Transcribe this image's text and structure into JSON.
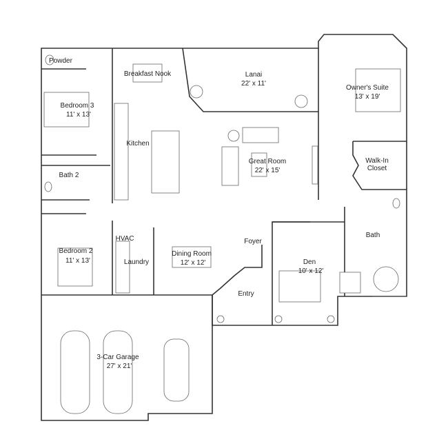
{
  "rooms": [
    {
      "id": "powder",
      "name": "Powder",
      "dims": ""
    },
    {
      "id": "breakfast-nook",
      "name": "Breakfast Nook",
      "dims": ""
    },
    {
      "id": "lanai",
      "name": "Lanai",
      "dims": "22' x 11'"
    },
    {
      "id": "owners-suite",
      "name": "Owner's Suite",
      "dims": "13' x 19'"
    },
    {
      "id": "bedroom-3",
      "name": "Bedroom 3",
      "dims": "11' x 13'"
    },
    {
      "id": "kitchen",
      "name": "Kitchen",
      "dims": ""
    },
    {
      "id": "great-room",
      "name": "Great Room",
      "dims": "22' x 15'"
    },
    {
      "id": "walk-in-closet",
      "name": "Walk-In",
      "name2": "Closet",
      "dims": ""
    },
    {
      "id": "bath-2",
      "name": "Bath 2",
      "dims": ""
    },
    {
      "id": "hvac",
      "name": "HVAC",
      "dims": ""
    },
    {
      "id": "foyer",
      "name": "Foyer",
      "dims": ""
    },
    {
      "id": "bath",
      "name": "Bath",
      "dims": ""
    },
    {
      "id": "bedroom-2",
      "name": "Bedroom 2",
      "dims": "11' x 13'"
    },
    {
      "id": "dining-room",
      "name": "Dining Room",
      "dims": "12' x 12'"
    },
    {
      "id": "laundry",
      "name": "Laundry",
      "dims": ""
    },
    {
      "id": "den",
      "name": "Den",
      "dims": "10' x 12'"
    },
    {
      "id": "entry",
      "name": "Entry",
      "dims": ""
    },
    {
      "id": "garage",
      "name": "3-Car Garage",
      "dims": "27' x 21'"
    }
  ],
  "colors": {
    "wall": "#333333",
    "background": "#ffffff"
  }
}
